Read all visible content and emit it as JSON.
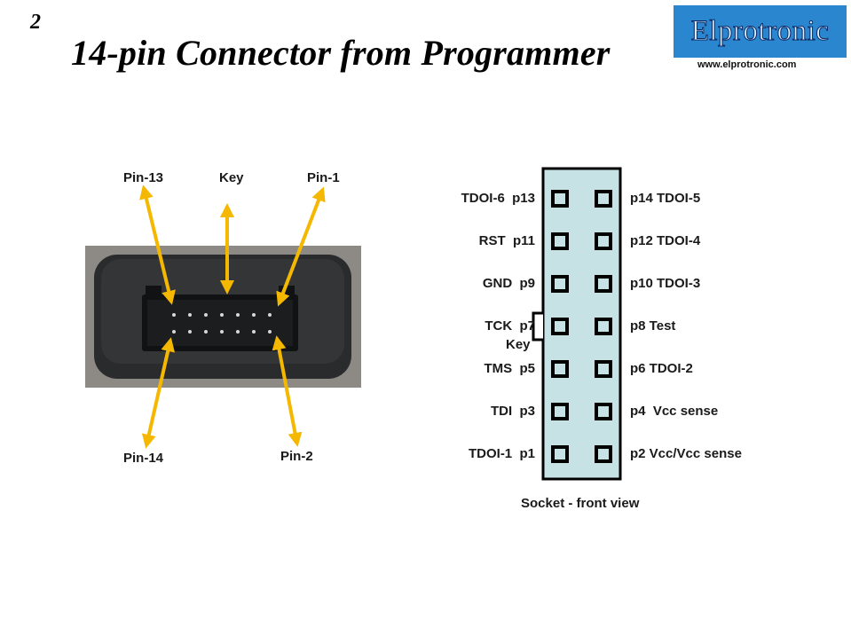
{
  "header": {
    "page_number": "2",
    "title": "14-pin Connector from Programmer",
    "logo_text": "Elprotronic",
    "website": "www.elprotronic.com"
  },
  "photo_labels": {
    "pin13": "Pin-13",
    "key": "Key",
    "pin1": "Pin-1",
    "pin14": "Pin-14",
    "pin2": "Pin-2"
  },
  "socket": {
    "left_pins": [
      "TDOI-6  p13",
      "RST  p11",
      "GND  p9",
      "TCK  p7",
      "TMS  p5",
      "TDI  p3",
      "TDOI-1  p1"
    ],
    "right_pins": [
      "p14 TDOI-5",
      "p12 TDOI-4",
      "p10 TDOI-3",
      "p8 Test",
      "p6 TDOI-2",
      "p4  Vcc sense",
      "p2 Vcc/Vcc sense"
    ],
    "key_label": "Key",
    "caption": "Socket - front view"
  },
  "colors": {
    "arrow": "#f5b800",
    "socket_fill": "#c6e2e4",
    "logo_bg": "#2a86cf"
  }
}
